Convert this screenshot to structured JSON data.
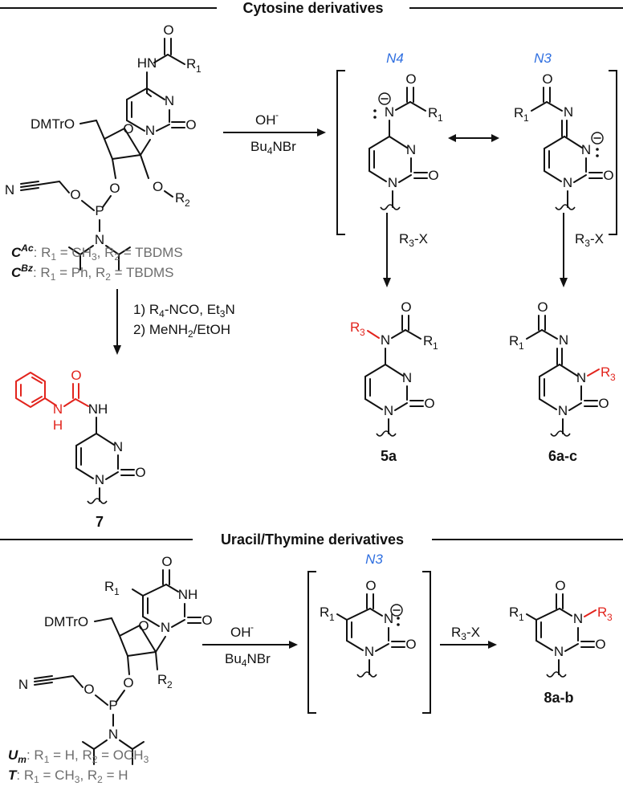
{
  "sections": {
    "cytosine_title": "Cytosine derivatives",
    "uracil_title": "Uracil/Thymine derivatives"
  },
  "atoms": {
    "O": "O",
    "N": "N",
    "H": "H",
    "HN": "HN",
    "NH": "NH",
    "P": "P",
    "DMTrO": "DMTrO",
    "R1": "R",
    "R2": "R",
    "R3": "R"
  },
  "reactions": {
    "hydroxide": "OH",
    "hydroxide_charge": "-",
    "salt_main": "Bu",
    "salt_sub": "4",
    "salt_tail": "NBr",
    "alkylation": "R",
    "alkylation_sub": "3",
    "alkylation_tail": "-X",
    "step1": "1) R",
    "step1_sub": "4",
    "step1_tail": "-NCO, Et",
    "step1_sub2": "3",
    "step1_tail2": "N",
    "step2": "2) MeNH",
    "step2_sub": "2",
    "step2_tail": "/EtOH"
  },
  "tautomers": {
    "n4_label": "N4",
    "n3_label": "N3"
  },
  "compounds": {
    "c5a": "5a",
    "c6": "6a-c",
    "c7": "7",
    "c8": "8a-b"
  },
  "legend": {
    "cac_name": "C",
    "cac_sup": "Ac",
    "cac_text": ": R",
    "cac_text2": " = CH",
    "cac_text3": ", R",
    "cac_text4": " = TBDMS",
    "cbz_name": "C",
    "cbz_sup": "Bz",
    "cbz_text": ": R",
    "cbz_text2": " = Ph, R",
    "cbz_text3": " = TBDMS",
    "um_name": "U",
    "um_sub": "m",
    "um_text": ": R",
    "um_text2": " = H, R",
    "um_text3": " = OCH",
    "t_name": "T",
    "t_text": ": R",
    "t_text2": " = CH",
    "t_text3": ", R",
    "t_text4": " = H",
    "one": "1",
    "two": "2",
    "three": "3"
  }
}
